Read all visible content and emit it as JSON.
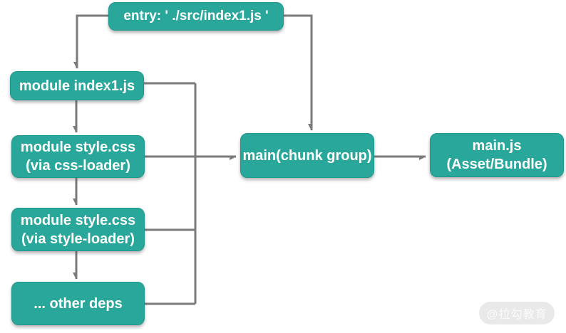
{
  "diagram": {
    "entry": {
      "label": "entry: ' ./src/index1.js '"
    },
    "module_index1": {
      "label": "module index1.js"
    },
    "module_css_loader": {
      "line1": "module style.css",
      "line2": "(via css-loader)"
    },
    "module_style_loader": {
      "line1": "module style.css",
      "line2": "(via style-loader)"
    },
    "other_deps": {
      "label": "... other deps"
    },
    "chunk_group": {
      "label": "main(chunk group)"
    },
    "bundle": {
      "line1": "main.js",
      "line2": "(Asset/Bundle)"
    }
  },
  "watermark": {
    "label": "@拉勾教育"
  },
  "colors": {
    "node_fill": "#2aa79b",
    "node_border": "#1f978c",
    "node_text": "#ffffff",
    "connector_line": "#7b7b7b",
    "watermark_bg": "#e9e9e9",
    "watermark_text": "#fbfbfb",
    "background": "#ffffff"
  }
}
